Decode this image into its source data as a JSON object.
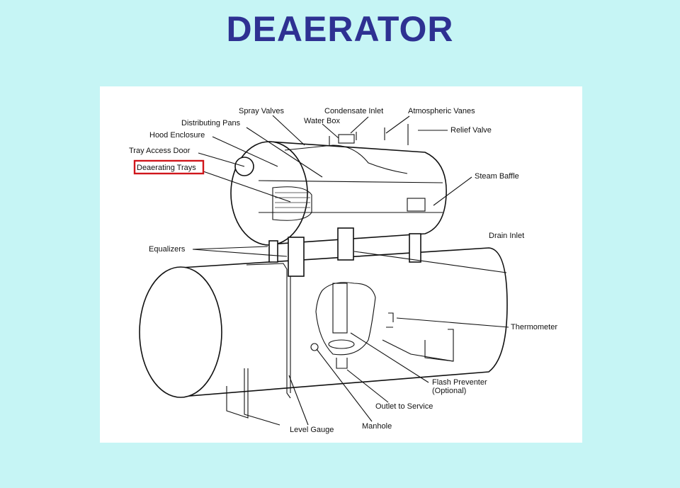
{
  "title": "DEAERATOR",
  "labels": {
    "spray_valves": "Spray Valves",
    "condensate_inlet": "Condensate Inlet",
    "atmospheric_vanes": "Atmospheric Vanes",
    "distributing_pans": "Distributing Pans",
    "water_box": "Water Box",
    "relief_valve": "Relief Valve",
    "hood_enclosure": "Hood Enclosure",
    "tray_access_door": "Tray Access Door",
    "deaerating_trays": "Deaerating Trays",
    "steam_baffle": "Steam Baffle",
    "drain_inlet": "Drain Inlet",
    "equalizers": "Equalizers",
    "thermometer": "Thermometer",
    "flash_preventer": "Flash Preventer",
    "flash_preventer_note": "(Optional)",
    "outlet_to_service": "Outlet to Service",
    "manhole": "Manhole",
    "level_gauge": "Level Gauge"
  },
  "highlight_color": "#d0161b"
}
